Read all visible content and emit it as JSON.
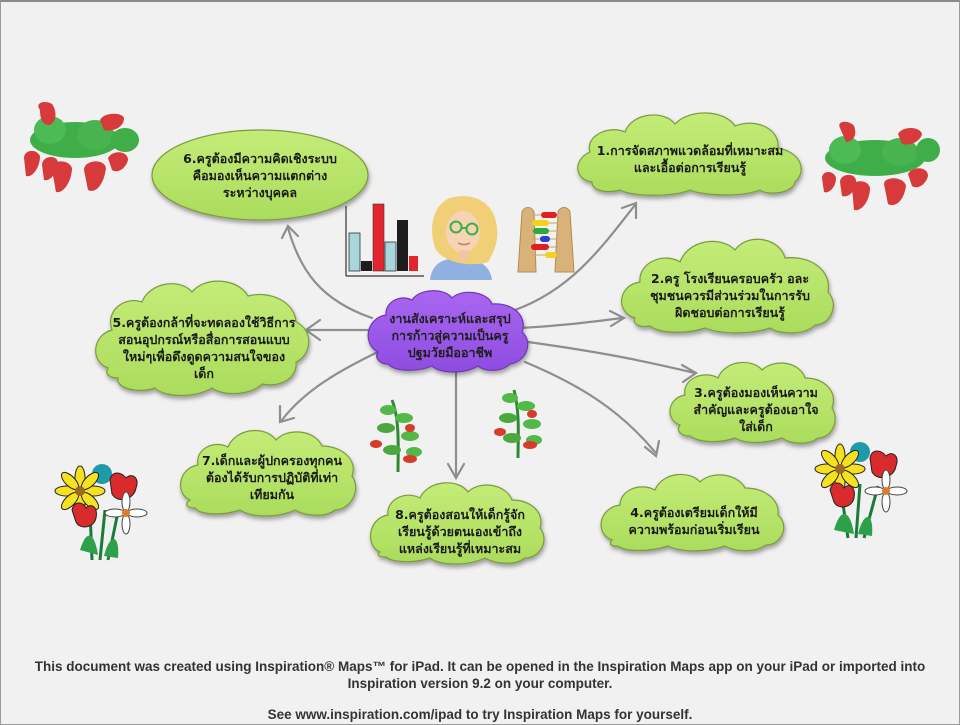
{
  "diagram": {
    "central_topic": {
      "lines": [
        "งานสังเคราะห์และสรุป",
        "การก้าวสู่ความเป็นครู",
        "ปฐมวัยมืออาชีพ"
      ],
      "color": "#9b59e8"
    },
    "node_color": "#b8e46a",
    "connector_color": "#8e8e8e",
    "nodes": [
      {
        "id": "1",
        "lines": [
          "1.การจัดสภาพแวดล้อมที่เหมาะสม",
          "และเอื้อต่อการเรียนรู้"
        ],
        "shape": "cloud"
      },
      {
        "id": "2",
        "lines": [
          "2.ครู โรงเรียนครอบครัว อละ",
          "ชุมชนควรมีส่วนร่วมในการรับ",
          "ผิดชอบต่อการเรียนรู้"
        ],
        "shape": "cloud"
      },
      {
        "id": "3",
        "lines": [
          "3.ครูต้องมองเห็นความ",
          "สำคัญและครูต้องเอาใจ",
          "ใส่เด็ก"
        ],
        "shape": "cloud"
      },
      {
        "id": "4",
        "lines": [
          "4.ครูต้องเตรียมเด็กให้มี",
          "ความพร้อมก่อนเริ่มเรียน"
        ],
        "shape": "cloud"
      },
      {
        "id": "5",
        "lines": [
          "5.ครูต้องกล้าที่จะทดลองใช้วิธีการ",
          "สอนอุปกรณ์หรือสื่อการสอนแบบ",
          "ใหม่ๆเพื่อดึงดูดความสนใจของ",
          "เด็ก"
        ],
        "shape": "cloud"
      },
      {
        "id": "6",
        "lines": [
          "6.ครูต้องมีความคิดเชิงระบบ",
          "คือมองเห็นความแตกต่าง",
          "ระหว่างบุคคล"
        ],
        "shape": "oval"
      },
      {
        "id": "7",
        "lines": [
          "7.เด็กและผู้ปกครองทุกคน",
          "ต้องได้รับการปฏิบัติที่เท่า",
          "เทียมกัน"
        ],
        "shape": "cloud"
      },
      {
        "id": "8",
        "lines": [
          "8.ครูต้องสอนให้เด็กรู้จัก",
          "เรียนรู้ด้วยตนเองเข้าถึง",
          "แหล่งเรียนรู้ที่เหมาะสม"
        ],
        "shape": "cloud"
      }
    ],
    "illustrations": [
      "strawberry-icon",
      "strawberry-icon",
      "bar-chart-icon",
      "teacher-portrait-icon",
      "abacus-icon",
      "tomato-plant-icon",
      "tomato-plant-icon",
      "flower-bouquet-icon",
      "flower-bouquet-icon"
    ]
  },
  "footer": {
    "line1": "This document was created using Inspiration® Maps™ for iPad. It can be opened in the Inspiration Maps app on your iPad or imported into",
    "line2": "Inspiration version 9.2 on your computer.",
    "line3": "See www.inspiration.com/ipad to try Inspiration Maps for yourself."
  }
}
